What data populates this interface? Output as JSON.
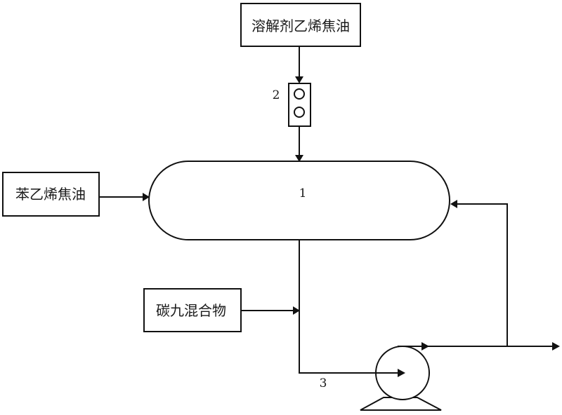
{
  "diagram": {
    "type": "process-flow",
    "nodes": {
      "solvent_feed": {
        "label": "溶解剂乙烯焦油"
      },
      "styrene_tar_feed": {
        "label": "苯乙烯焦油"
      },
      "c9_mixture_feed": {
        "label": "碳九混合物"
      },
      "reactor": {
        "number": "1"
      },
      "meter_valve": {
        "number": "2"
      },
      "pump": {
        "number": "3"
      }
    },
    "edges": [
      {
        "from": "solvent_feed",
        "to": "meter_valve"
      },
      {
        "from": "meter_valve",
        "to": "reactor"
      },
      {
        "from": "styrene_tar_feed",
        "to": "reactor"
      },
      {
        "from": "reactor",
        "to": "pump"
      },
      {
        "from": "c9_mixture_feed",
        "to": "reactor-pump-line"
      },
      {
        "from": "pump",
        "to": "outlet"
      },
      {
        "from": "outlet",
        "to": "reactor",
        "note": "recycle"
      }
    ]
  }
}
